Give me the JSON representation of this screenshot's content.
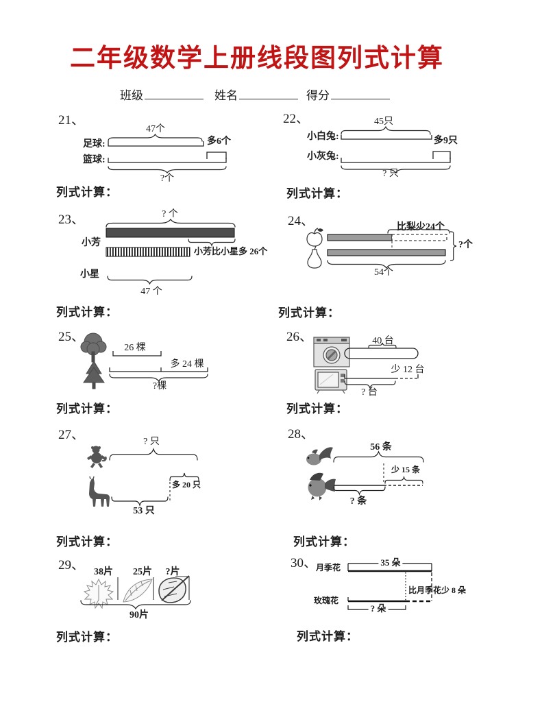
{
  "title": "二年级数学上册线段图列式计算",
  "header": {
    "class_label": "班级",
    "name_label": "姓名",
    "score_label": "得分"
  },
  "problems": {
    "p21": {
      "number": "21、",
      "quantity_top": "47个",
      "label_row1": "足球:",
      "label_row2": "篮球:",
      "difference": "多6个",
      "quantity_bottom": "?个",
      "task": "列式计算："
    },
    "p22": {
      "number": "22、",
      "quantity_top": "45只",
      "label_row1": "小白兔:",
      "label_row2": "小灰兔:",
      "difference": "多9只",
      "quantity_bottom": "? 只",
      "task": "列式计算："
    },
    "p23": {
      "number": "23、",
      "quantity_top": "? 个",
      "label_row1": "小芳",
      "label_row2": "小星",
      "difference_note": "小芳比小星多 26个",
      "quantity_bottom": "47 个",
      "task": "列式计算："
    },
    "p24": {
      "number": "24、",
      "difference": "比梨少24个",
      "quantity_right": "?个",
      "quantity_bottom": "54个",
      "task": "列式计算："
    },
    "p25": {
      "number": "25、",
      "quantity_top": "26 棵",
      "difference": "多 24 棵",
      "quantity_bottom": "?棵",
      "task": "列式计算："
    },
    "p26": {
      "number": "26、",
      "quantity_top": "40 台",
      "difference": "少 12 台",
      "quantity_bottom": "? 台",
      "task": "列式计算："
    },
    "p27": {
      "number": "27、",
      "quantity_top": "? 只",
      "difference": "多 20 只",
      "quantity_bottom": "53 只",
      "task": "列式计算："
    },
    "p28": {
      "number": "28、",
      "quantity_top": "56 条",
      "difference": "少 15 条",
      "quantity_bottom": "? 条",
      "task": "列式计算："
    },
    "p29": {
      "number": "29、",
      "leaf1": "38片",
      "leaf2": "25片",
      "leaf3": "?片",
      "total": "90片",
      "task": "列式计算："
    },
    "p30": {
      "number": "30、",
      "label_row1": "月季花",
      "label_row2": "玫瑰花",
      "quantity_top": "35 朵",
      "difference": "比月季花少 8 朵",
      "quantity_bottom": "? 朵",
      "task": "列式计算："
    }
  },
  "colors": {
    "title_red": "#c11414",
    "bar_dark": "#4d4d4d",
    "bar_gray": "#9c9c9c",
    "line": "#222222"
  }
}
